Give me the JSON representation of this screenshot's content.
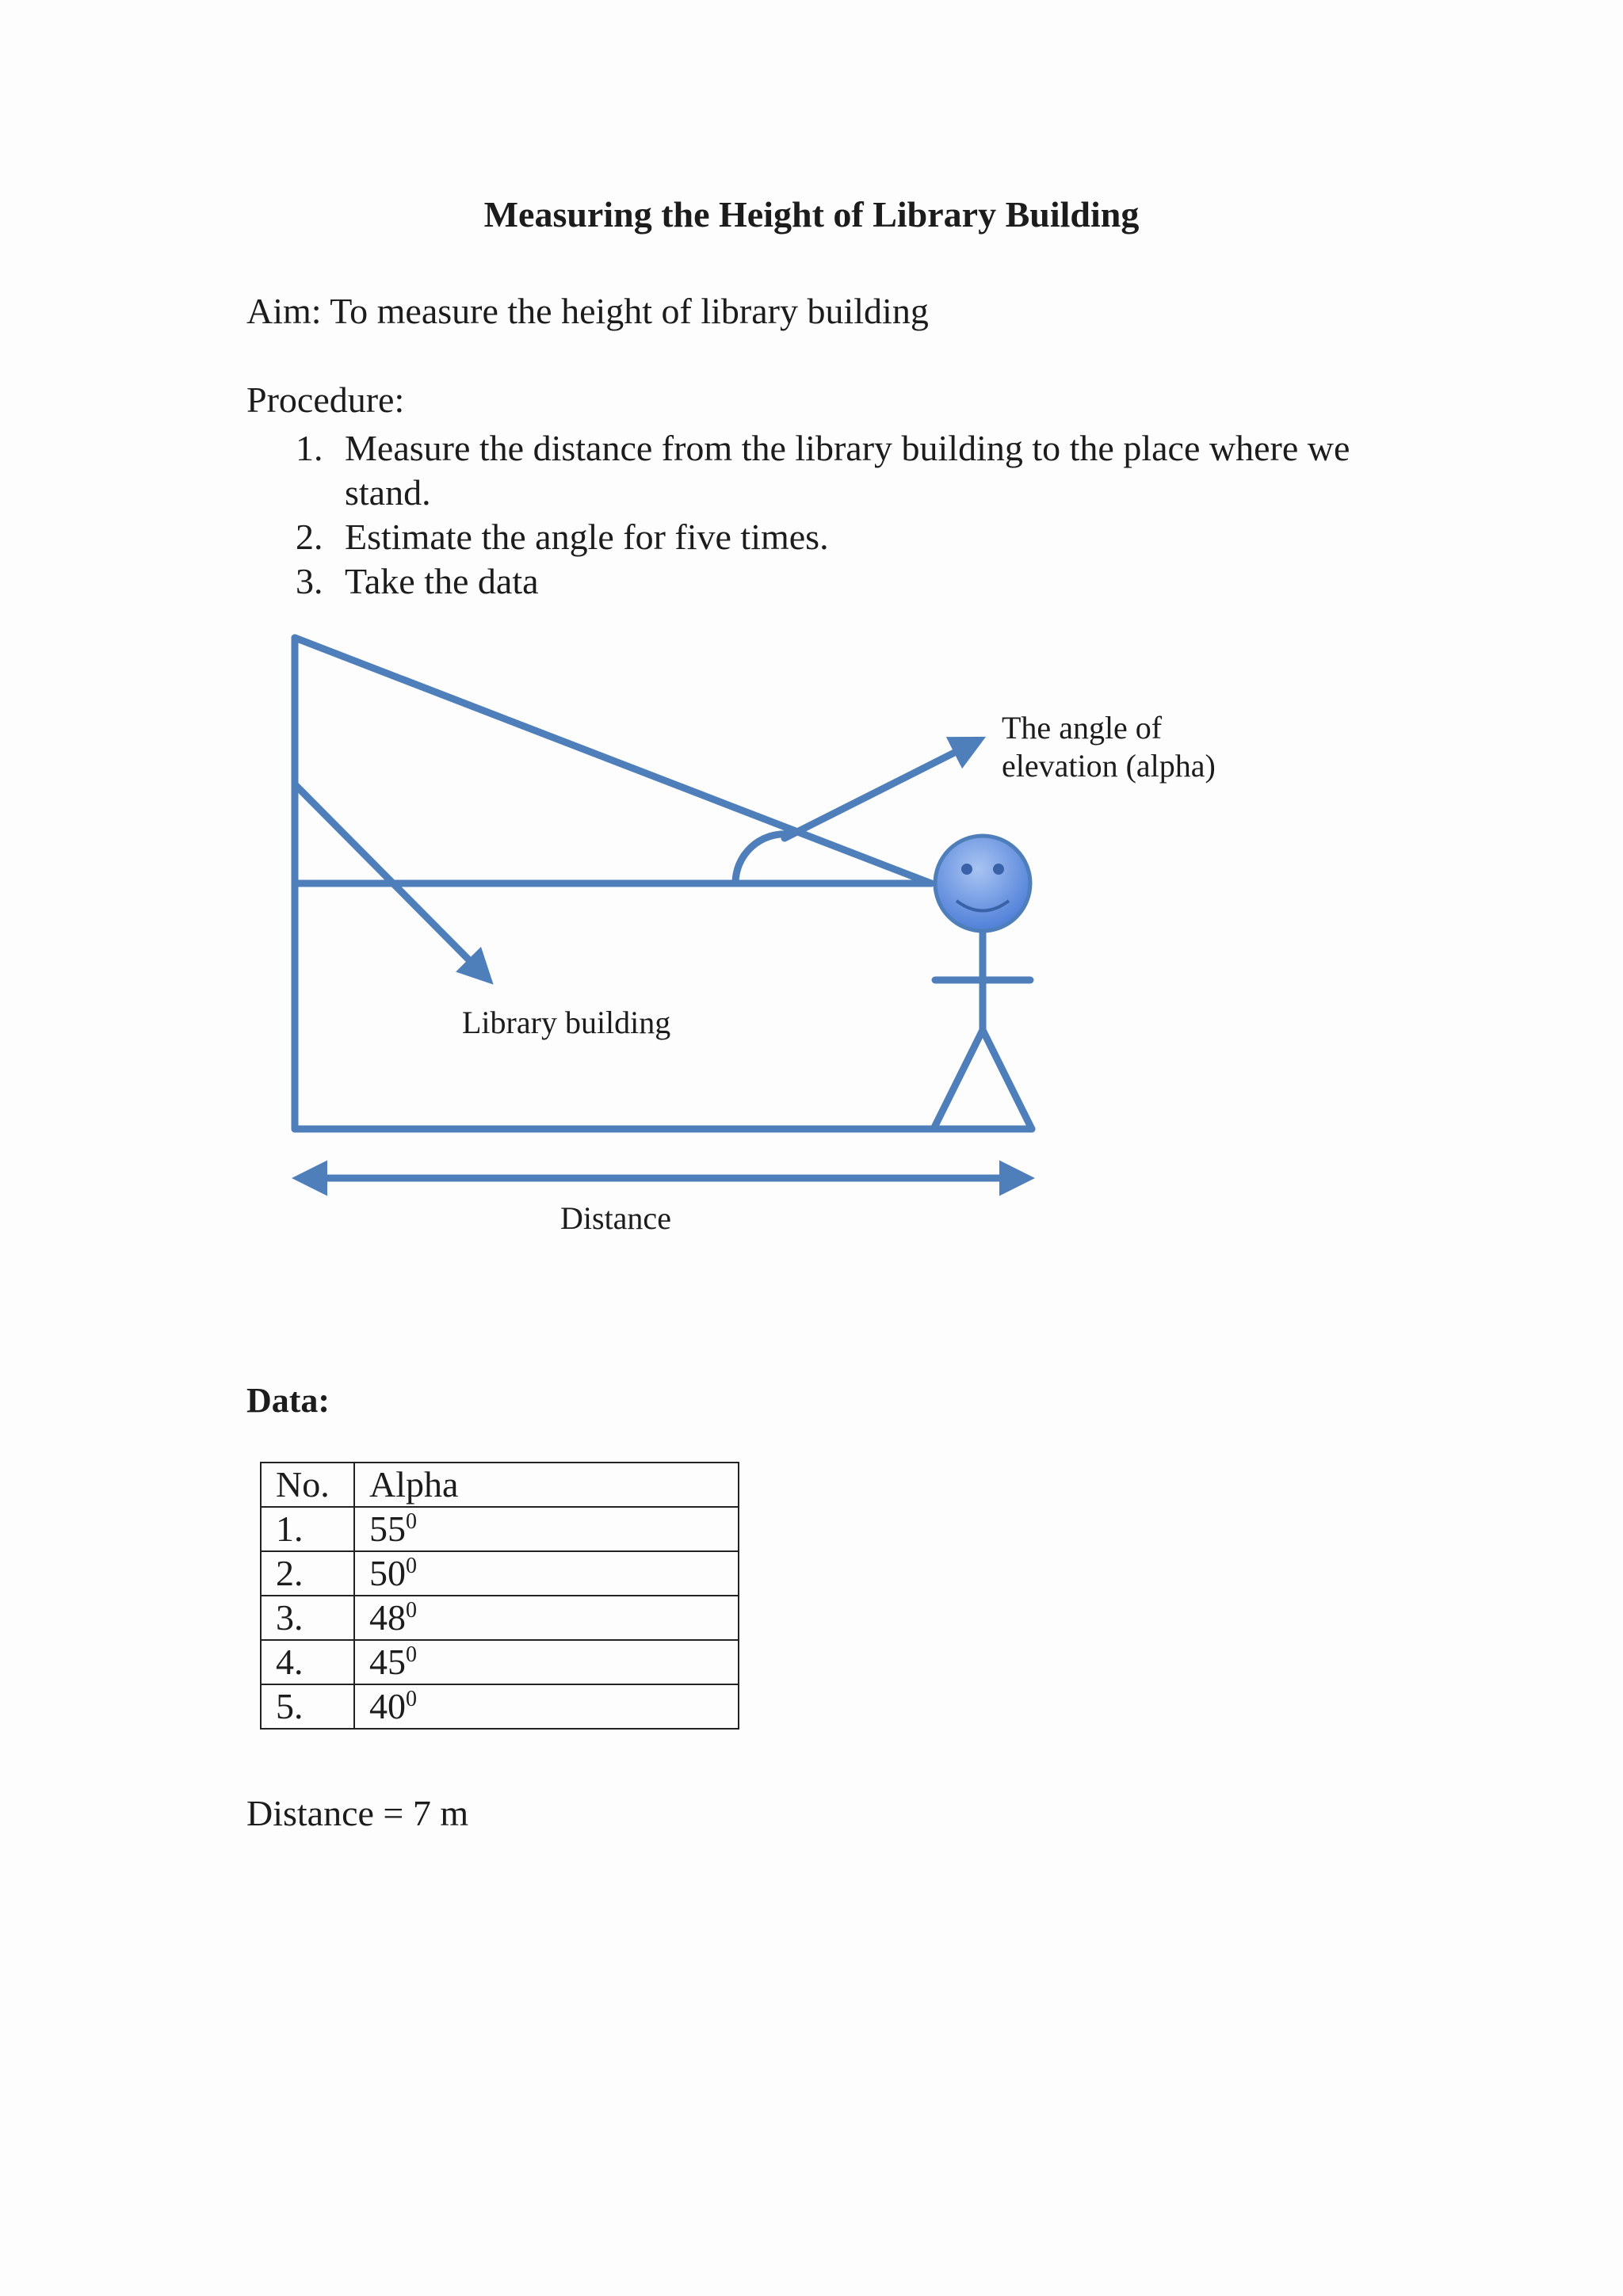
{
  "title": "Measuring the Height of Library Building",
  "aim": "Aim: To measure the height of library building",
  "procedure": {
    "heading": "Procedure:",
    "steps": [
      {
        "num": "1.",
        "text": "Measure the distance from the library building to the place where we stand."
      },
      {
        "num": "2.",
        "text": "Estimate the angle for five times."
      },
      {
        "num": "3.",
        "text": "Take the data"
      }
    ]
  },
  "diagram": {
    "angle_label_line1": "The angle of",
    "angle_label_line2": "elevation (alpha)",
    "building_label": "Library building",
    "distance_label": "Distance",
    "line_color": "#4f7fba",
    "face_color": "#6d9ae6"
  },
  "data_section": {
    "heading": "Data:",
    "columns": [
      "No.",
      "Alpha"
    ],
    "rows": [
      {
        "no": "1.",
        "alpha": "55",
        "unit": "0"
      },
      {
        "no": "2.",
        "alpha": "50",
        "unit": "0"
      },
      {
        "no": "3.",
        "alpha": "48",
        "unit": "0"
      },
      {
        "no": "4.",
        "alpha": "45",
        "unit": "0"
      },
      {
        "no": "5.",
        "alpha": "40",
        "unit": "0"
      }
    ]
  },
  "distance_text": "Distance = 7 m"
}
